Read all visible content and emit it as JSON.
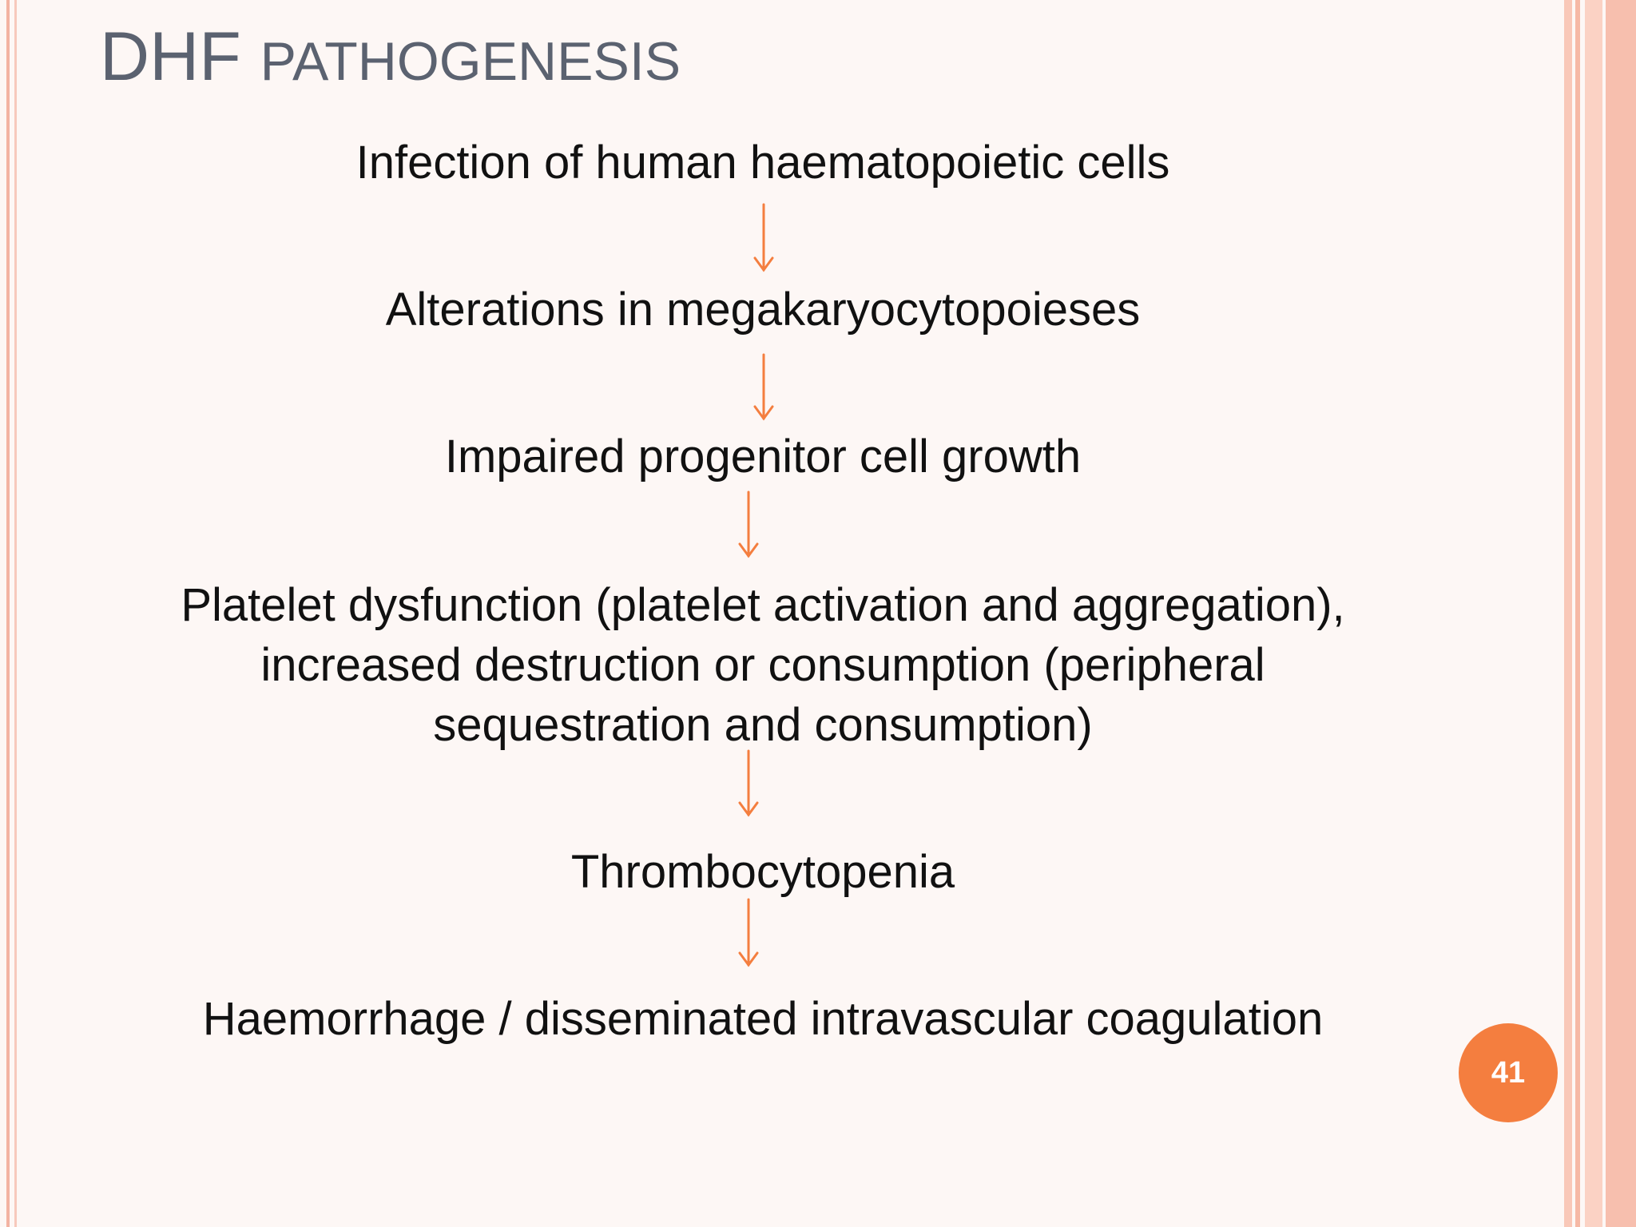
{
  "title": {
    "lead": "DHF",
    "rest": "PATHOGENESIS"
  },
  "flow": {
    "steps": [
      {
        "lines": [
          "Infection of human haematopoietic cells"
        ]
      },
      {
        "lines": [
          "Alterations in megakaryocytopoieses"
        ]
      },
      {
        "lines": [
          "Impaired progenitor cell growth"
        ]
      },
      {
        "lines": [
          "Platelet dysfunction (platelet activation and aggregation),",
          "increased destruction or consumption (peripheral",
          "sequestration and consumption)"
        ]
      },
      {
        "lines": [
          "Thrombocytopenia"
        ]
      },
      {
        "lines": [
          "Haemorrhage / disseminated intravascular coagulation"
        ]
      }
    ],
    "arrow_color": "#f47e3f"
  },
  "page_number": "41",
  "colors": {
    "title": "#5b6270",
    "text": "#111111",
    "accent": "#f47e3f",
    "border": "#f7bfae"
  }
}
